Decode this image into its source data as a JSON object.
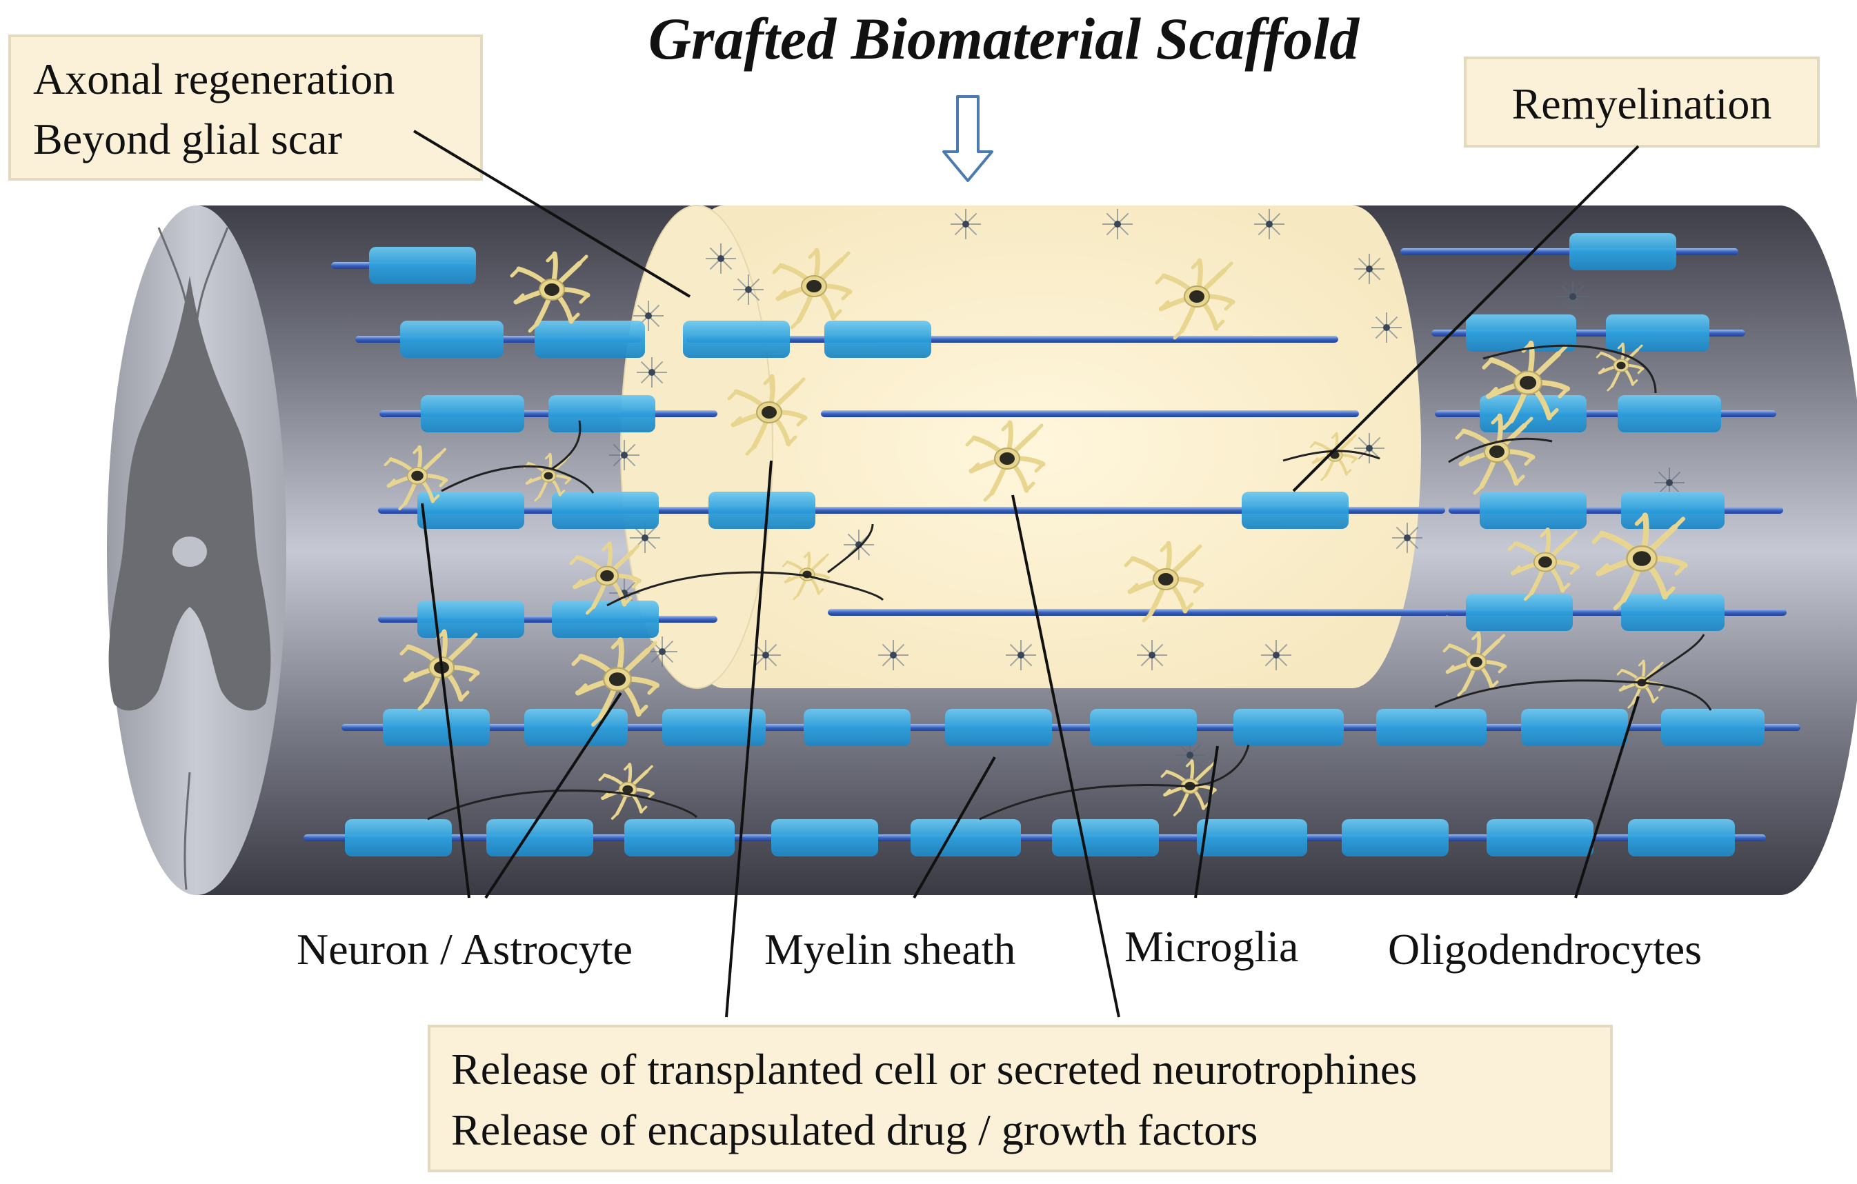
{
  "title": "Grafted Biomaterial Scaffold",
  "callouts": {
    "axonal_regeneration_line1": "Axonal regeneration",
    "axonal_regeneration_line2": "Beyond glial scar",
    "remyelination": "Remyelination",
    "release_line1": "Release of transplanted cell or secreted neurotrophines",
    "release_line2": "Release of encapsulated drug / growth factors"
  },
  "bottom_labels": {
    "neuron_astrocyte": "Neuron / Astrocyte",
    "myelin_sheath": "Myelin sheath",
    "microglia": "Microglia",
    "oligodendrocytes": "Oligodendrocytes"
  },
  "colors": {
    "cylinder_dark": "#4a4a55",
    "cylinder_light": "#c9ccd6",
    "scaffold_fill": "#fcf0d0",
    "myelin_blue": "#36a8e0",
    "axon_blue": "#3a64c0",
    "callout_fill": "#fbf1d8",
    "cell_yellow": "#f2e6b0"
  }
}
